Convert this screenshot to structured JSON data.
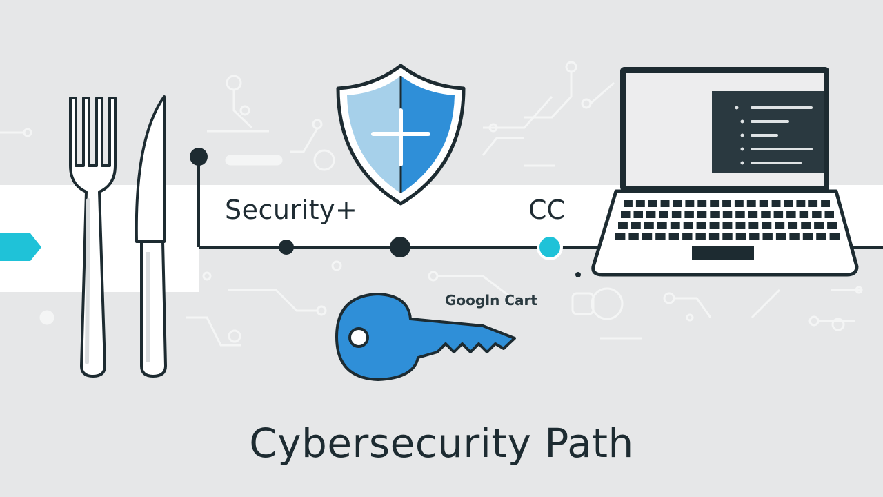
{
  "path": {
    "milestone_1": "Security+",
    "milestone_2": "CC"
  },
  "key_caption": "Googln Cart",
  "title": "Cybersecurity Path",
  "colors": {
    "background": "#e6e7e8",
    "path_band": "#ffffff",
    "accent_blue": "#2f8fd8",
    "accent_cyan": "#1fc2d8",
    "ink": "#1d2b31"
  },
  "icons": [
    "fork-icon",
    "knife-icon",
    "shield-icon",
    "key-icon",
    "laptop-icon",
    "arrow-marker-icon"
  ]
}
